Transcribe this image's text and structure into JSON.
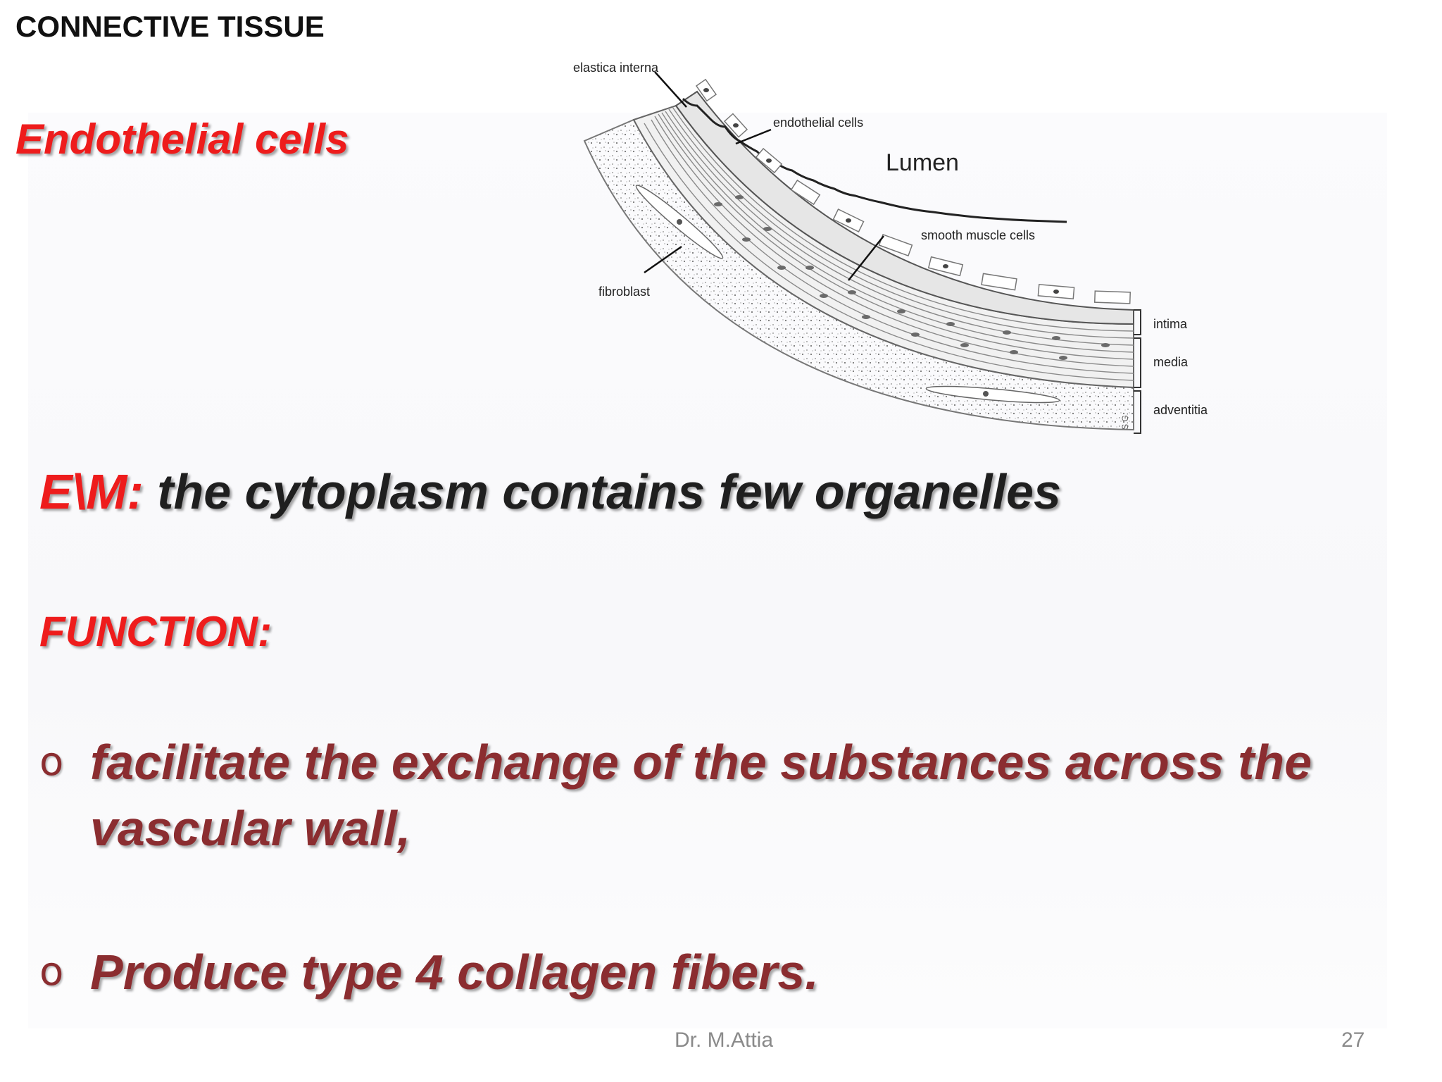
{
  "slide": {
    "header": "CONNECTIVE TISSUE",
    "subtitle": "Endothelial cells",
    "em_prefix": "E\\M:",
    "em_text": " the cytoplasm contains few organelles",
    "function_label": "FUNCTION:",
    "bullets": [
      {
        "marker": "o",
        "line1": "facilitate the exchange of the substances across the",
        "line2": "vascular wall,"
      },
      {
        "marker": "o",
        "line1": "Produce type 4 collagen fibers."
      }
    ],
    "footer_author": "Dr. M.Attia",
    "page_number": "27"
  },
  "diagram": {
    "labels": {
      "elastica_interna": "elastica interna",
      "endothelial_cells": "endothelial cells",
      "lumen": "Lumen",
      "smooth_muscle_cells": "smooth muscle cells",
      "fibroblast": "fibroblast",
      "intima": "intima",
      "media": "media",
      "adventitia": "adventitia",
      "signature": "S.G."
    }
  },
  "colors": {
    "accent_red": "#ee1c1c",
    "dark_red": "#8b2d30",
    "header_black": "#111111",
    "body_dark": "#1f1f1f"
  }
}
